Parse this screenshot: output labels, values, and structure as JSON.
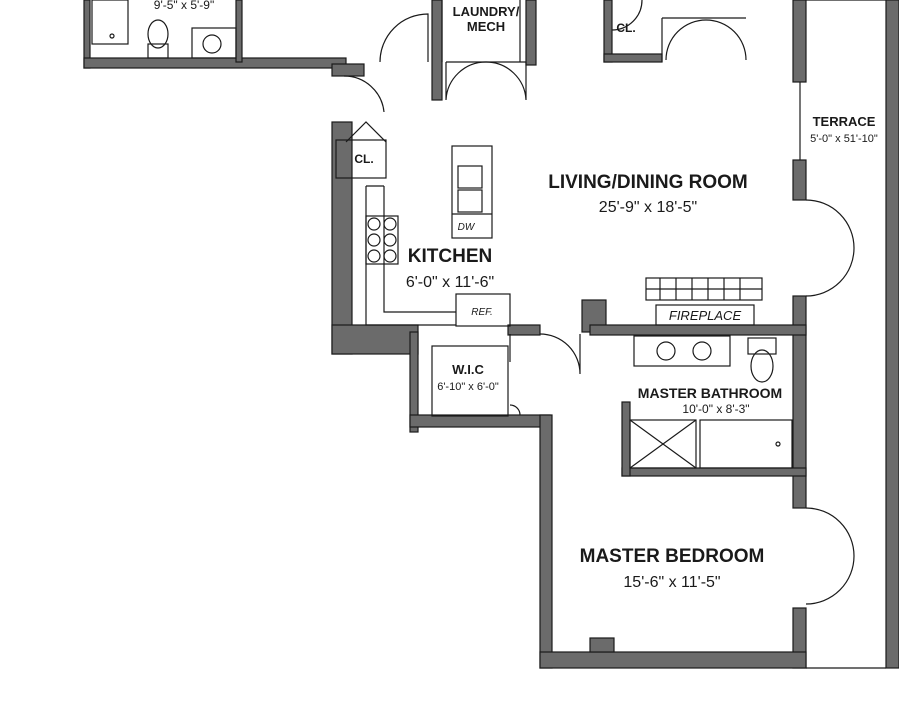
{
  "plan": {
    "rooms": [
      {
        "name": "LAUNDRY/",
        "name2": "MECH"
      },
      {
        "name": "CL."
      },
      {
        "name": "CL."
      },
      {
        "name": "TERRACE",
        "dims": "5'-0\" x 51'-10\""
      },
      {
        "name": "LIVING/DINING ROOM",
        "dims": "25'-9\" x 18'-5\""
      },
      {
        "name": "KITCHEN",
        "dims": "6'-0\" x 11'-6\""
      },
      {
        "name": "W.I.C",
        "dims": "6'-10\" x 6'-0\""
      },
      {
        "name": "MASTER BATHROOM",
        "dims": "10'-0\" x 8'-3\""
      },
      {
        "name": "MASTER BEDROOM",
        "dims": "15'-6\" x 11'-5\""
      }
    ],
    "bath_top_dims": "9'-5\" x 5'-9\"",
    "fixtures": {
      "dishwasher": "DW",
      "refrigerator": "REF.",
      "fireplace": "FIREPLACE"
    },
    "colors": {
      "wall": "#6b6b6b",
      "wall_stroke": "#1a1a1a",
      "line": "#1a1a1a",
      "fixture_fill": "#ffffff"
    }
  }
}
